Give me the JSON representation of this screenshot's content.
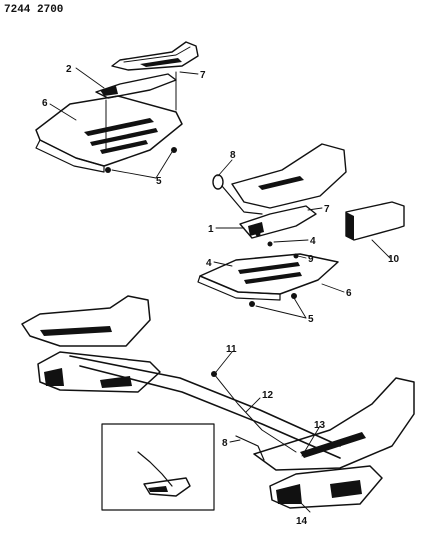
{
  "figure_id": "7244 2700",
  "callouts": {
    "c1": "1",
    "c2": "2",
    "c4": "4",
    "c4b": "4",
    "c5": "5",
    "c5b": "5",
    "c6": "6",
    "c6b": "6",
    "c7": "7",
    "c7b": "7",
    "c8": "8",
    "c8b": "8",
    "c9": "9",
    "c10": "10",
    "c11": "11",
    "c12": "12",
    "c13": "13",
    "c14": "14"
  }
}
